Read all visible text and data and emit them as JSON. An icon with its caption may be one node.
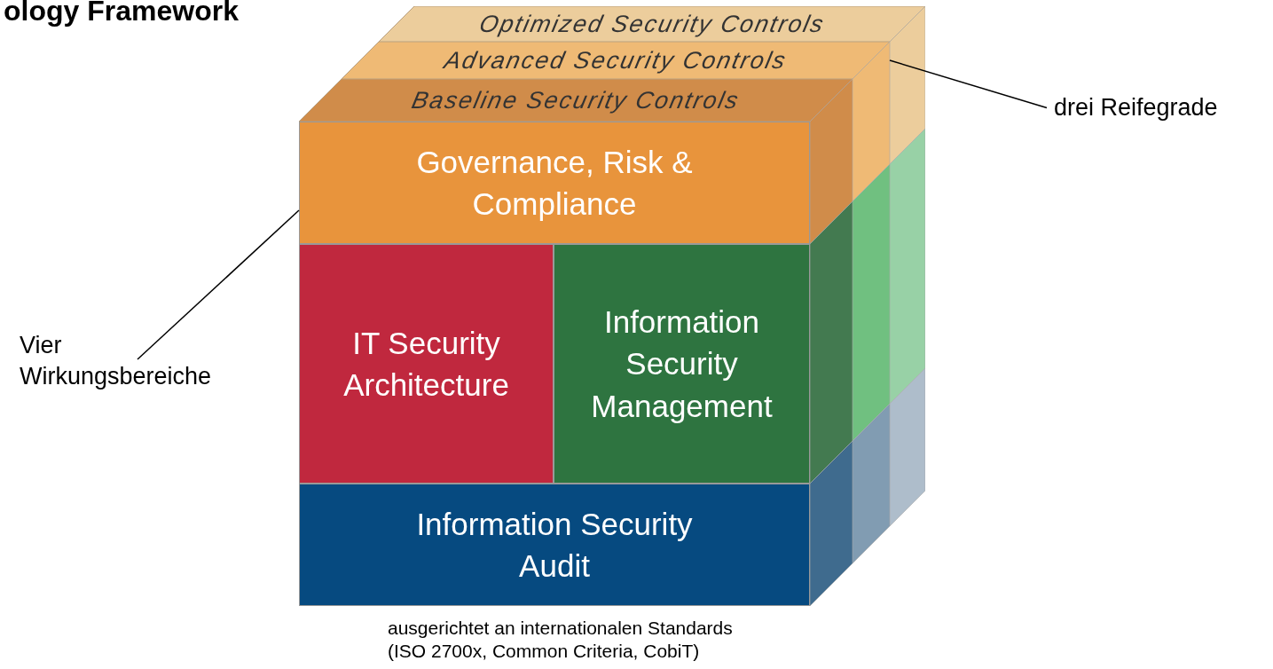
{
  "diagram": {
    "title": "ology Framework",
    "nodes": [
      {
        "text": [
          "Optimized Security Controls"
        ]
      },
      {
        "text": [
          "Advanced Security Controls"
        ]
      },
      {
        "text": [
          "Baseline Security Controls"
        ]
      },
      {
        "text": [
          "Governance, Risk & Compliance"
        ]
      },
      {
        "text": [
          "IT Security Architecture"
        ]
      },
      {
        "text": [
          "Information Security Management"
        ]
      },
      {
        "text": [
          "Information Security Audit"
        ]
      },
      {
        "text": [
          "drei Reifegrade"
        ]
      },
      {
        "text": [
          "Vier Wirkungsbereiche"
        ]
      }
    ],
    "edges": [
      {
        "from": 7,
        "to": 1,
        "arrow": "none"
      },
      {
        "from": 8,
        "to": 3,
        "arrow": "none"
      }
    ],
    "labels": [
      "ausgerichtet an internationalen Standards (ISO 2700x, Common Criteria, CobiT)"
    ]
  }
}
